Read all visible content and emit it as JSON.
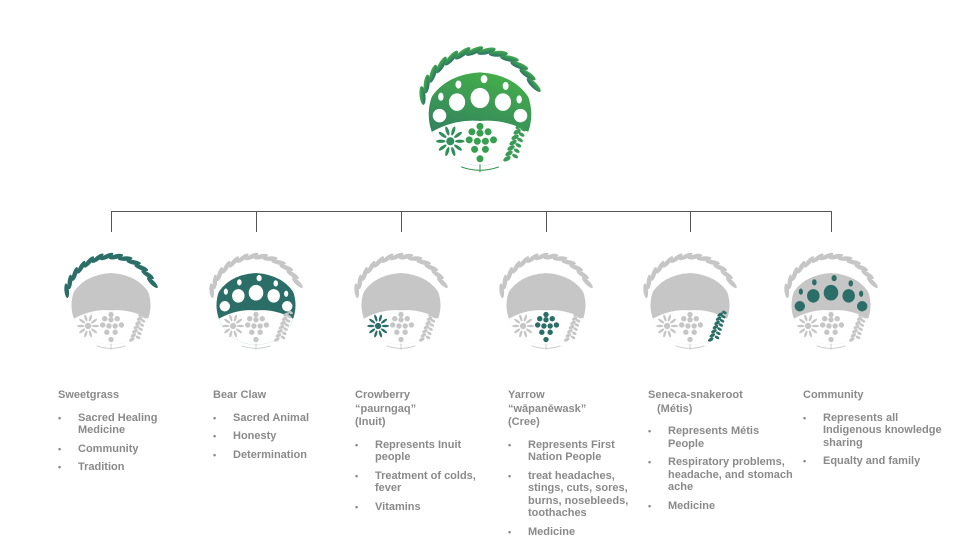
{
  "colors": {
    "green_light": "#44ad4a",
    "green_dark": "#2a6e69",
    "teal": "#2b6e67",
    "gray": "#c6c6c6",
    "text": "#8a8a8a"
  },
  "main_logo": {
    "name": "medicine-wheel-logo"
  },
  "items": [
    {
      "title": [
        "Sweetgrass"
      ],
      "highlight": "braid",
      "bullets": [
        "Sacred Healing Medicine",
        "Community",
        "Tradition"
      ]
    },
    {
      "title": [
        "Bear Claw"
      ],
      "highlight": "paw",
      "bullets": [
        "Sacred Animal",
        "Honesty",
        "Determination"
      ]
    },
    {
      "title": [
        "Crowberry",
        "“paurngaq”",
        "(Inuit)"
      ],
      "highlight": "left",
      "bullets": [
        "Represents Inuit people",
        "Treatment of colds, fever",
        "Vitamins"
      ]
    },
    {
      "title": [
        "Yarrow",
        "“wāpanēwask”",
        "(Cree)"
      ],
      "highlight": "center",
      "bullets": [
        "Represents First Nation People",
        "treat headaches, stings, cuts, sores, burns, nosebleeds, toothaches",
        "Medicine"
      ]
    },
    {
      "title": [
        "Seneca-snakeroot",
        "(Métis)"
      ],
      "highlight": "right",
      "bullets": [
        "Represents Métis People",
        "Respiratory problems, headache, and stomach ache",
        "Medicine"
      ]
    },
    {
      "title": [
        "Community"
      ],
      "highlight": "pads",
      "bullets": [
        "Represents all Indigenous knowledge sharing",
        "Equalty and family"
      ]
    }
  ]
}
